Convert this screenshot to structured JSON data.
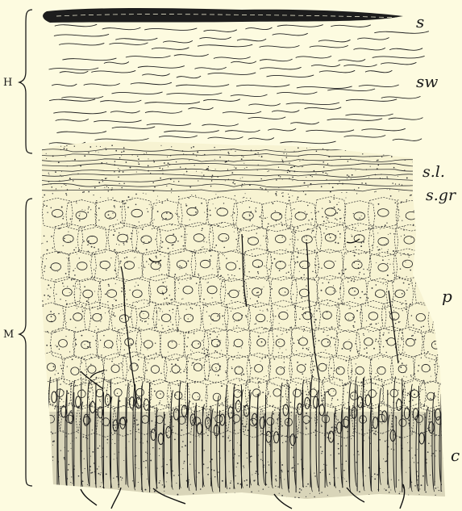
{
  "figure": {
    "colors": {
      "paper": "#fdfbe0",
      "ink": "#1a1a1a",
      "stipple": "#3a3a3a"
    },
    "bracket_labels": {
      "upper": "H",
      "lower": "M"
    },
    "layer_labels": {
      "surface": "s",
      "swollen": "sw",
      "lucidum": "s.l.",
      "granulosum": "s.gr",
      "prickle": "p",
      "columnar": "c"
    }
  }
}
